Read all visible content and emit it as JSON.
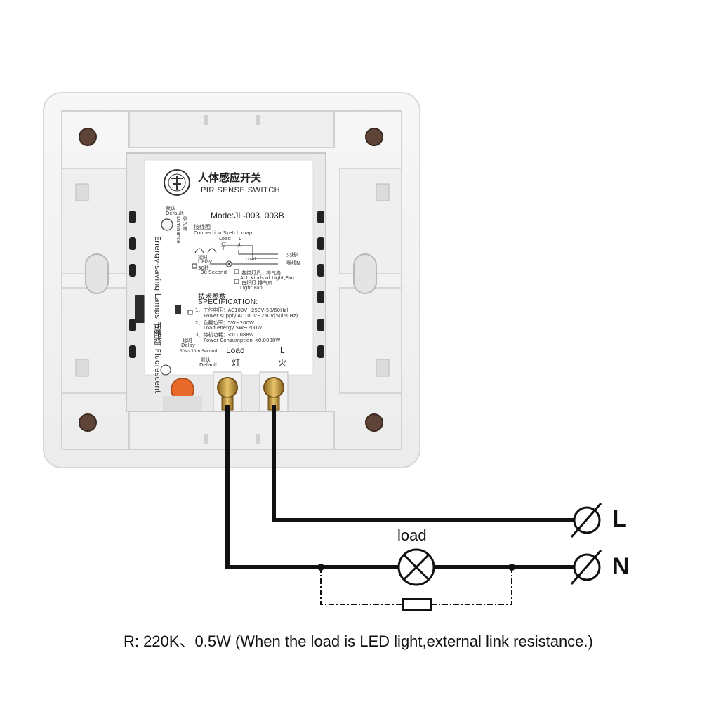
{
  "colors": {
    "plate": "#f4f4f4",
    "label_bg": "#ffffff",
    "wire": "#111111",
    "brass": "#c9a14a",
    "screw": "#5e4436",
    "knob": "#e86a2a"
  },
  "label": {
    "title_cn": "人体感应开关",
    "title_en": "PIR SENSE SWITCH",
    "model": "Mode:JL-003. 003B",
    "default_top_cn": "默认",
    "default_top_en": "Default",
    "lux_cn": "感光度",
    "lux_en": "Luminance",
    "wiring_cn": "接线图",
    "wiring_en": "Connection Sketch map",
    "load_small": "Load",
    "load_small_cn": "灯",
    "l_small": "L",
    "l_small_cn": "火",
    "delay_cn": "延时",
    "delay_en": "Delay",
    "delay_30": "30秒",
    "delay_30_en": "30 Second",
    "fire_line": "火线L",
    "zero_line": "零线N",
    "load_icon": "Load",
    "lights_cn": "各类灯具、排气扇",
    "lights_en": "ALL Kinds of Light,Fan",
    "white_cn": "白炽灯  排气扇",
    "white_en": "Light,Fan",
    "spec_cn": "技术参数:",
    "spec_en": "SPECIFICATION:",
    "spec1_cn": "1、工作电压：AC100V~250V(50/60Hz)",
    "spec1_en": "Power supply:AC100V~250V(50l60Hz)",
    "spec2_cn": "2、负载功率：5W~200W",
    "spec2_en": "Load energy  5W~200W",
    "spec3_cn": "3、待机功耗：<0.0088W",
    "spec3_en": "Power Consumption <0.0088W",
    "energy_lamps": "Energy-saving Lamps  节能灯",
    "fluorescent": "日光灯  Fluorescent",
    "delay_bottom_cn": "延时",
    "delay_bottom_en": "Delay",
    "second_range": "30s~30m Second",
    "default_bottom_cn": "默认",
    "default_bottom_en": "Default",
    "load_terminal": "Load",
    "load_terminal_cn": "灯",
    "l_terminal": "L",
    "l_terminal_cn": "火"
  },
  "diagram": {
    "terminal_L": "L",
    "terminal_N": "N",
    "load_label": "load",
    "caption": "R: 220K、0.5W (When the load is LED light,external link resistance.)"
  }
}
